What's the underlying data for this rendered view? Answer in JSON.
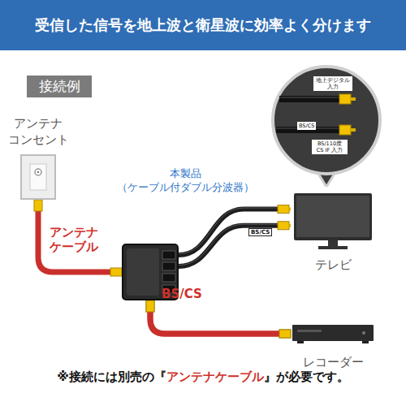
{
  "diagram": {
    "title": "受信した信号を地上波と衛星波に効率よく分けます",
    "nodes": [
      {
        "text": [
          "接続例"
        ]
      },
      {
        "text": [
          "アンテナ コンセント"
        ]
      },
      {
        "text": [
          "本製品 （ケーブル付ダブル分波器）"
        ]
      },
      {
        "text": [
          "地上デジタル 入力",
          "BS/CS",
          "BS/110度 CS IF 入力"
        ]
      },
      {
        "text": [
          "テレビ"
        ]
      },
      {
        "text": [
          "レコーダー"
        ]
      }
    ],
    "edges": [
      {
        "from": 1,
        "to": 2,
        "arrow": "none",
        "label": "アンテナ ケーブル"
      },
      {
        "from": 2,
        "to": 4,
        "arrow": "none"
      },
      {
        "from": 2,
        "to": 4,
        "arrow": "none",
        "label": "BS/CS"
      },
      {
        "from": 2,
        "to": 5,
        "arrow": "none"
      },
      {
        "from": 2,
        "to": 5,
        "arrow": "none",
        "label": "BS/CS"
      }
    ],
    "labels": [
      "※接続には別売の『",
      "アンテナケーブル",
      "』が必要です。"
    ]
  }
}
